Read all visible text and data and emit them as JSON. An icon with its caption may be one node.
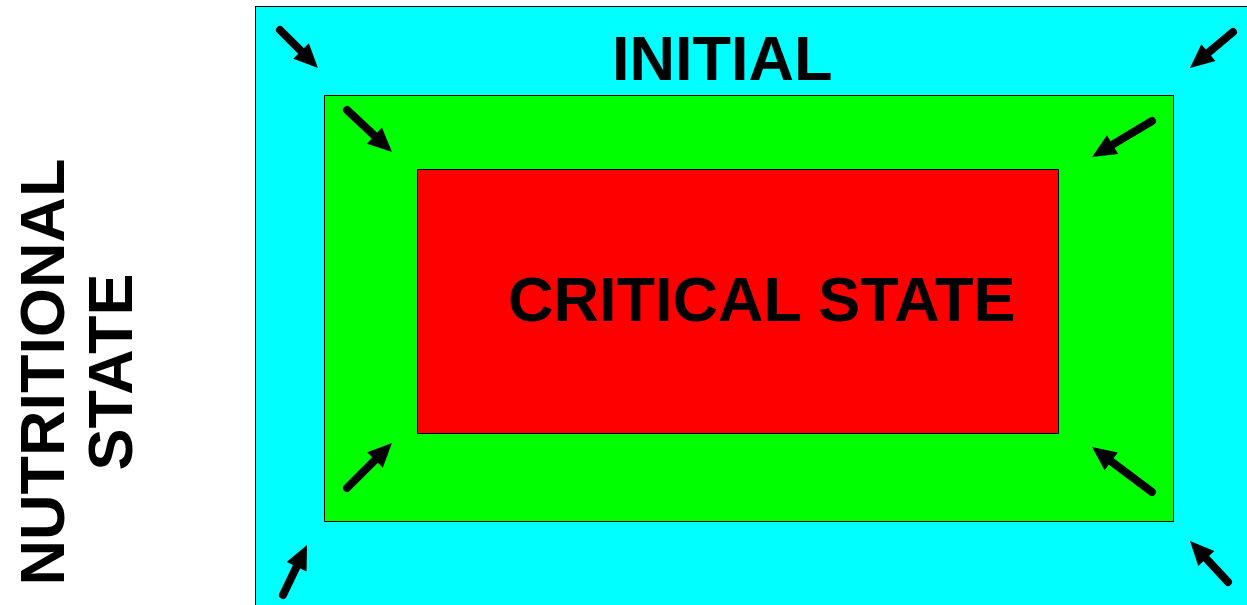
{
  "diagram": {
    "nodes": [
      {
        "text": [
          "INITIAL"
        ]
      },
      {
        "text": [],
        "shape": "box",
        "in": 0
      },
      {
        "text": [
          "CRITICAL STATE"
        ],
        "in": 1
      }
    ],
    "edges": [],
    "labels": [
      "NUTRITIONAL STATE"
    ]
  }
}
